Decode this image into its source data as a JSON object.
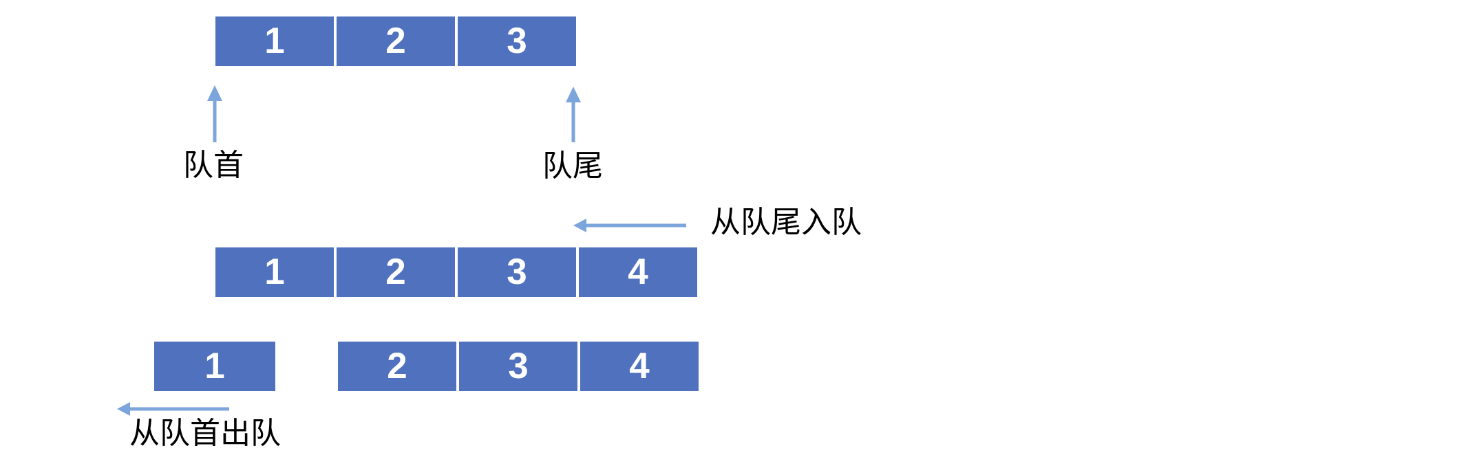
{
  "colors": {
    "background": "#FFFFFF",
    "box_fill": "#4F71BE",
    "arrow": "#7CA5DC",
    "label_text": "#000000",
    "number_text": "#FFFFFF"
  },
  "stage1": {
    "cells": [
      "1",
      "2",
      "3"
    ],
    "front_label": "队首",
    "rear_label": "队尾"
  },
  "stage2": {
    "cells": [
      "1",
      "2",
      "3",
      "4"
    ],
    "action_label": "从队尾入队"
  },
  "stage3": {
    "dequeued_cell": "1",
    "cells": [
      "2",
      "3",
      "4"
    ],
    "action_label": "从队首出队"
  }
}
